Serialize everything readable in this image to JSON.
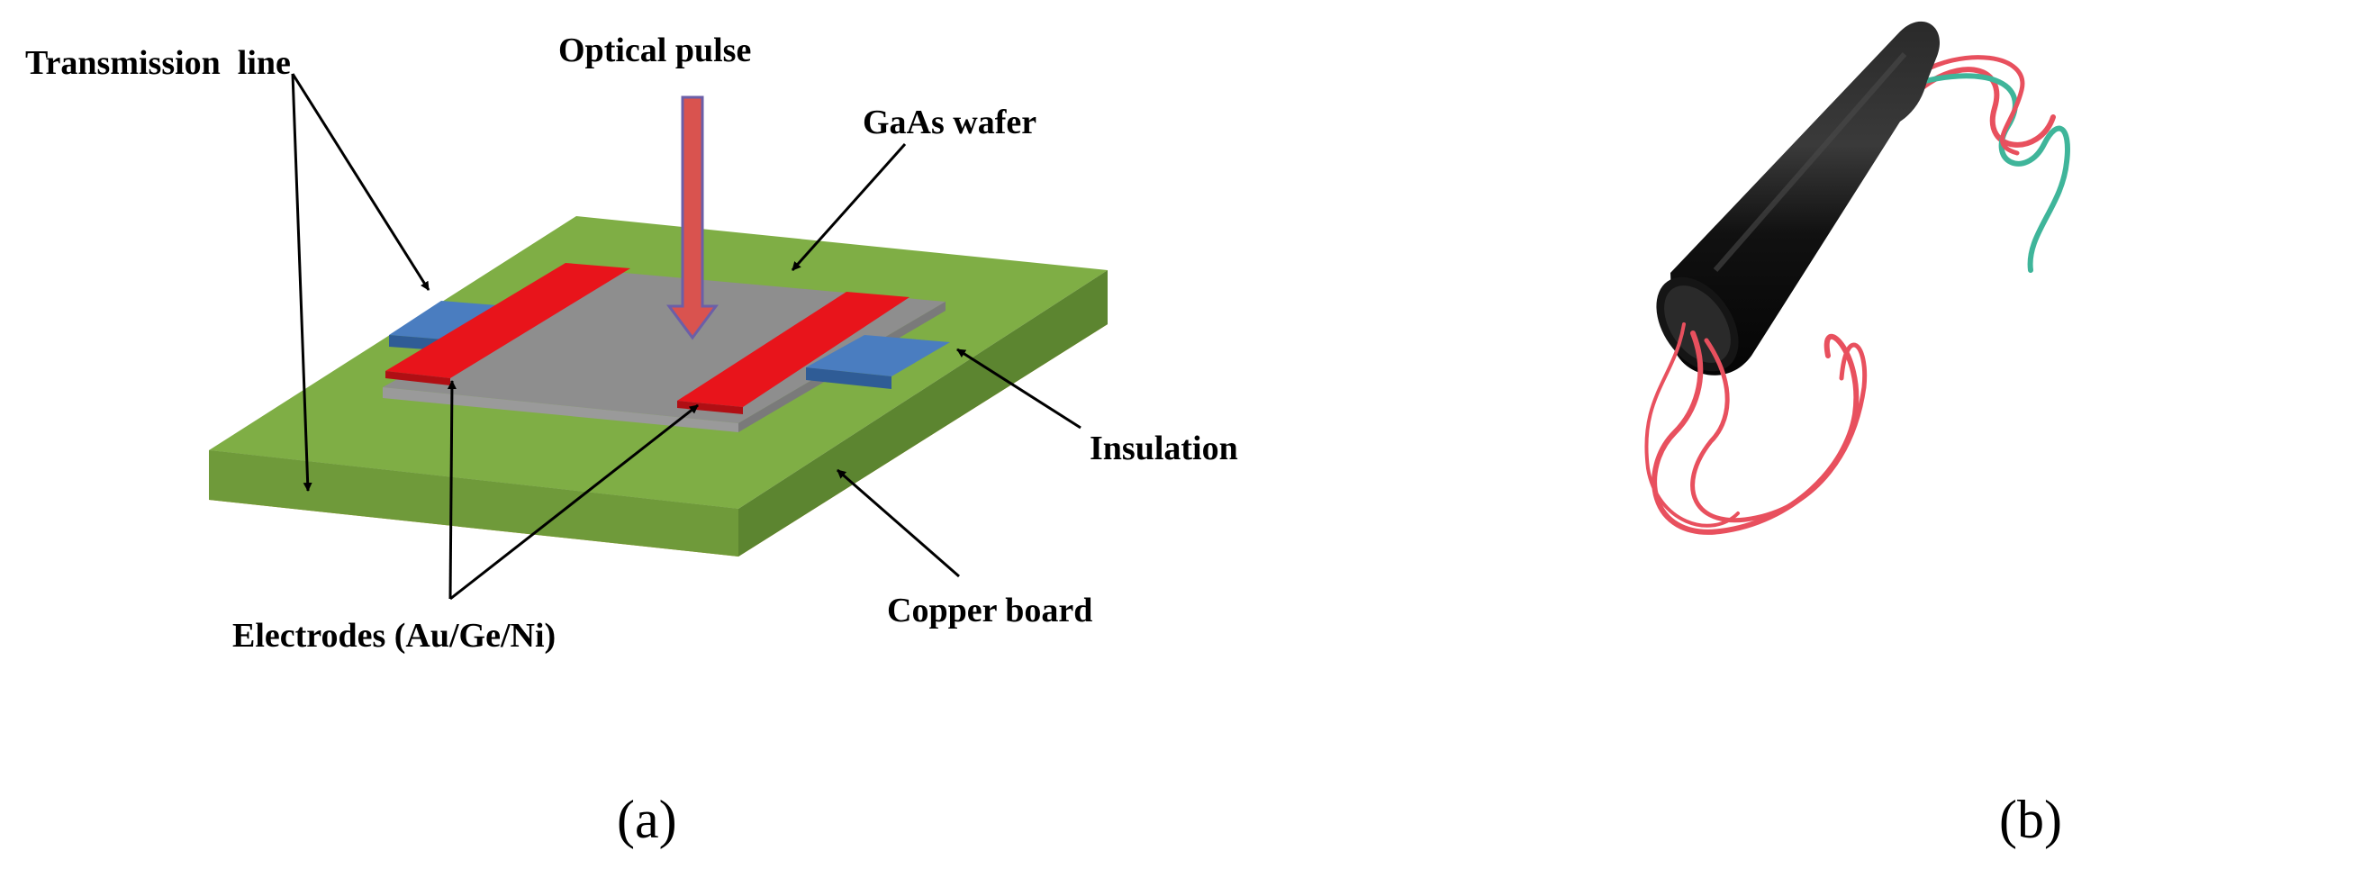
{
  "panel_a": {
    "label": "(a)",
    "labels": {
      "transmission_line": "Transmission  line",
      "optical_pulse": "Optical pulse",
      "gaas_wafer": "GaAs wafer",
      "insulation": "Insulation",
      "copper_board": "Copper board",
      "electrodes": "Electrodes (Au/Ge/Ni)"
    },
    "colors": {
      "insulation_top": "#7fae45",
      "insulation_side": "#6f9a3a",
      "copper": "#d4a017",
      "wafer": "#8e8e8e",
      "electrode": "#e8141b",
      "transmission_line": "#3f6fb0",
      "optical_arrow": "#d9534f"
    }
  },
  "panel_b": {
    "label": "(b)",
    "colors": {
      "body": "#0d0d0d",
      "wire_red": "#e8505e",
      "wire_green": "#3fb59a"
    }
  }
}
